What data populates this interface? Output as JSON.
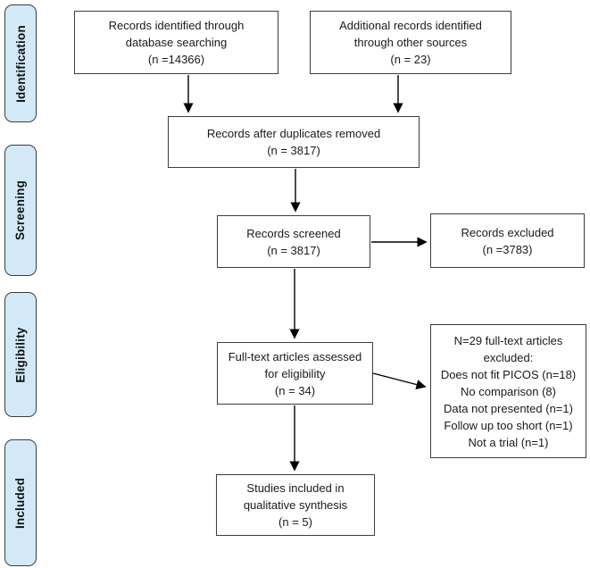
{
  "diagram": {
    "kind": "prisma-flow-diagram",
    "colors": {
      "background": "#ffffff",
      "stage_fill": "#d3e9f8",
      "stage_border": "#3d3d3d",
      "node_fill": "#ffffff",
      "node_border": "#3d3d3d",
      "arrow": "#000000",
      "text": "#1a1a1a"
    },
    "stages": [
      {
        "label": "Identification"
      },
      {
        "label": "Screening"
      },
      {
        "label": "Eligibility"
      },
      {
        "label": "Included"
      }
    ],
    "nodes": {
      "identified": {
        "text": "Records identified through\ndatabase searching\n(n =14366)"
      },
      "additional": {
        "text": "Additional records identified\nthrough other sources\n(n = 23)"
      },
      "duplicates": {
        "text": "Records after duplicates removed\n(n = 3817)"
      },
      "screened": {
        "text": "Records screened\n(n = 3817)"
      },
      "excluded": {
        "text": "Records excluded\n(n =3783)"
      },
      "fulltext": {
        "text": "Full-text articles assessed\nfor eligibility\n(n = 34)"
      },
      "fulltext_excluded": {
        "text": "N=29 full-text articles\nexcluded:\nDoes not fit PICOS (n=18)\nNo comparison (8)\nData not presented (n=1)\nFollow up too short (n=1)\nNot a trial (n=1)"
      },
      "included_studies": {
        "text": "Studies included in\nqualitative synthesis\n(n = 5)"
      }
    }
  }
}
